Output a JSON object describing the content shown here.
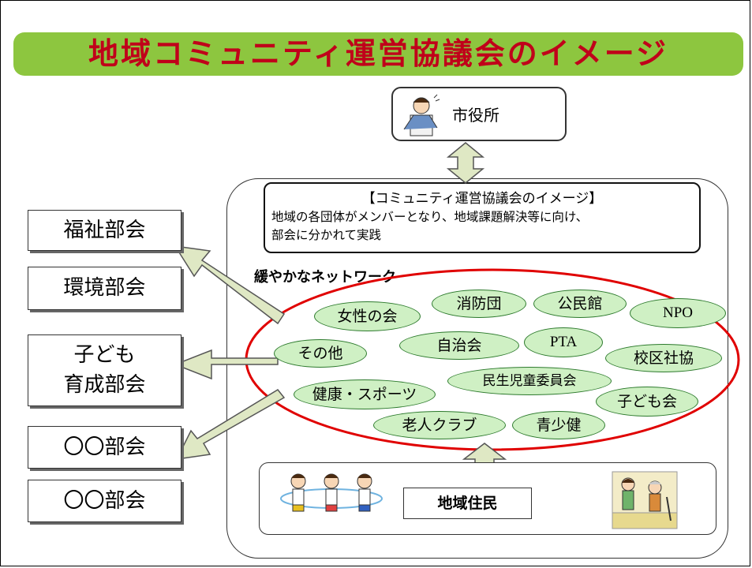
{
  "title": "地域コミュニティ運営協議会のイメージ",
  "city_hall": {
    "label": "市役所"
  },
  "council": {
    "caption_title": "【コミュニティ運営協議会のイメージ】",
    "caption_line1": "地域の各団体がメンバーとなり、地域課題解決等に向け、",
    "caption_line2": "部会に分かれて実践",
    "network_title": "緩やかなネットワーク",
    "groups": [
      "女性の会",
      "消防団",
      "公民館",
      "NPO",
      "その他",
      "自治会",
      "PTA",
      "校区社協",
      "民生児童委員会",
      "健康・スポーツ",
      "子ども会",
      "老人クラブ",
      "青少健"
    ]
  },
  "residents": {
    "label": "地域住民"
  },
  "departments": {
    "welfare": "福祉部会",
    "environment": "環境部会",
    "children_line1": "子ども",
    "children_line2": "育成部会",
    "other1": "〇〇部会",
    "other2": "〇〇部会"
  },
  "colors": {
    "title_bg": "#8dc63f",
    "title_text": "#c0001a",
    "chip_fill": "#cff0c4",
    "ellipse": "#e00000",
    "arrow_fill": "#dfe8c4"
  }
}
